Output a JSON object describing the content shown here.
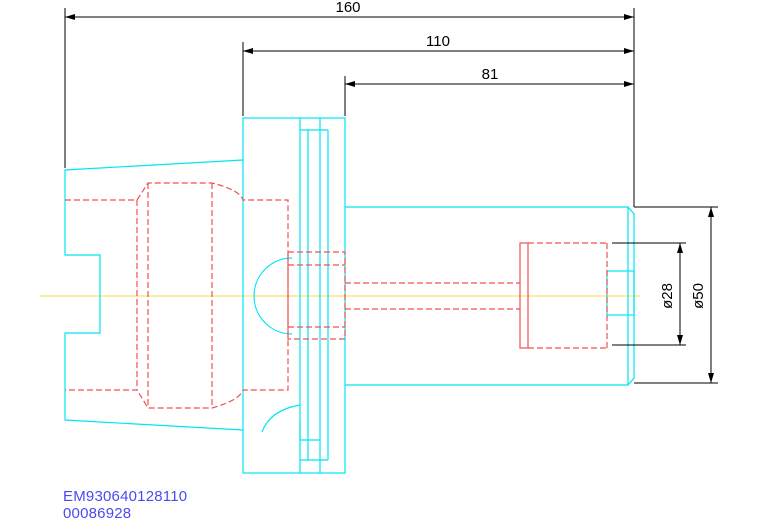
{
  "drawing": {
    "dimensions": {
      "overall_length": "160",
      "flange_to_end": "110",
      "shank_length": "81",
      "bore_diameter": "ø28",
      "outer_diameter": "ø50"
    },
    "part_number": "EM930640128110",
    "serial_number": "00086928",
    "colors": {
      "outline": "#00e5f5",
      "hidden": "#f05050",
      "dimension": "#000000",
      "centerline": "#f0e040",
      "label": "#4a4af0"
    }
  }
}
